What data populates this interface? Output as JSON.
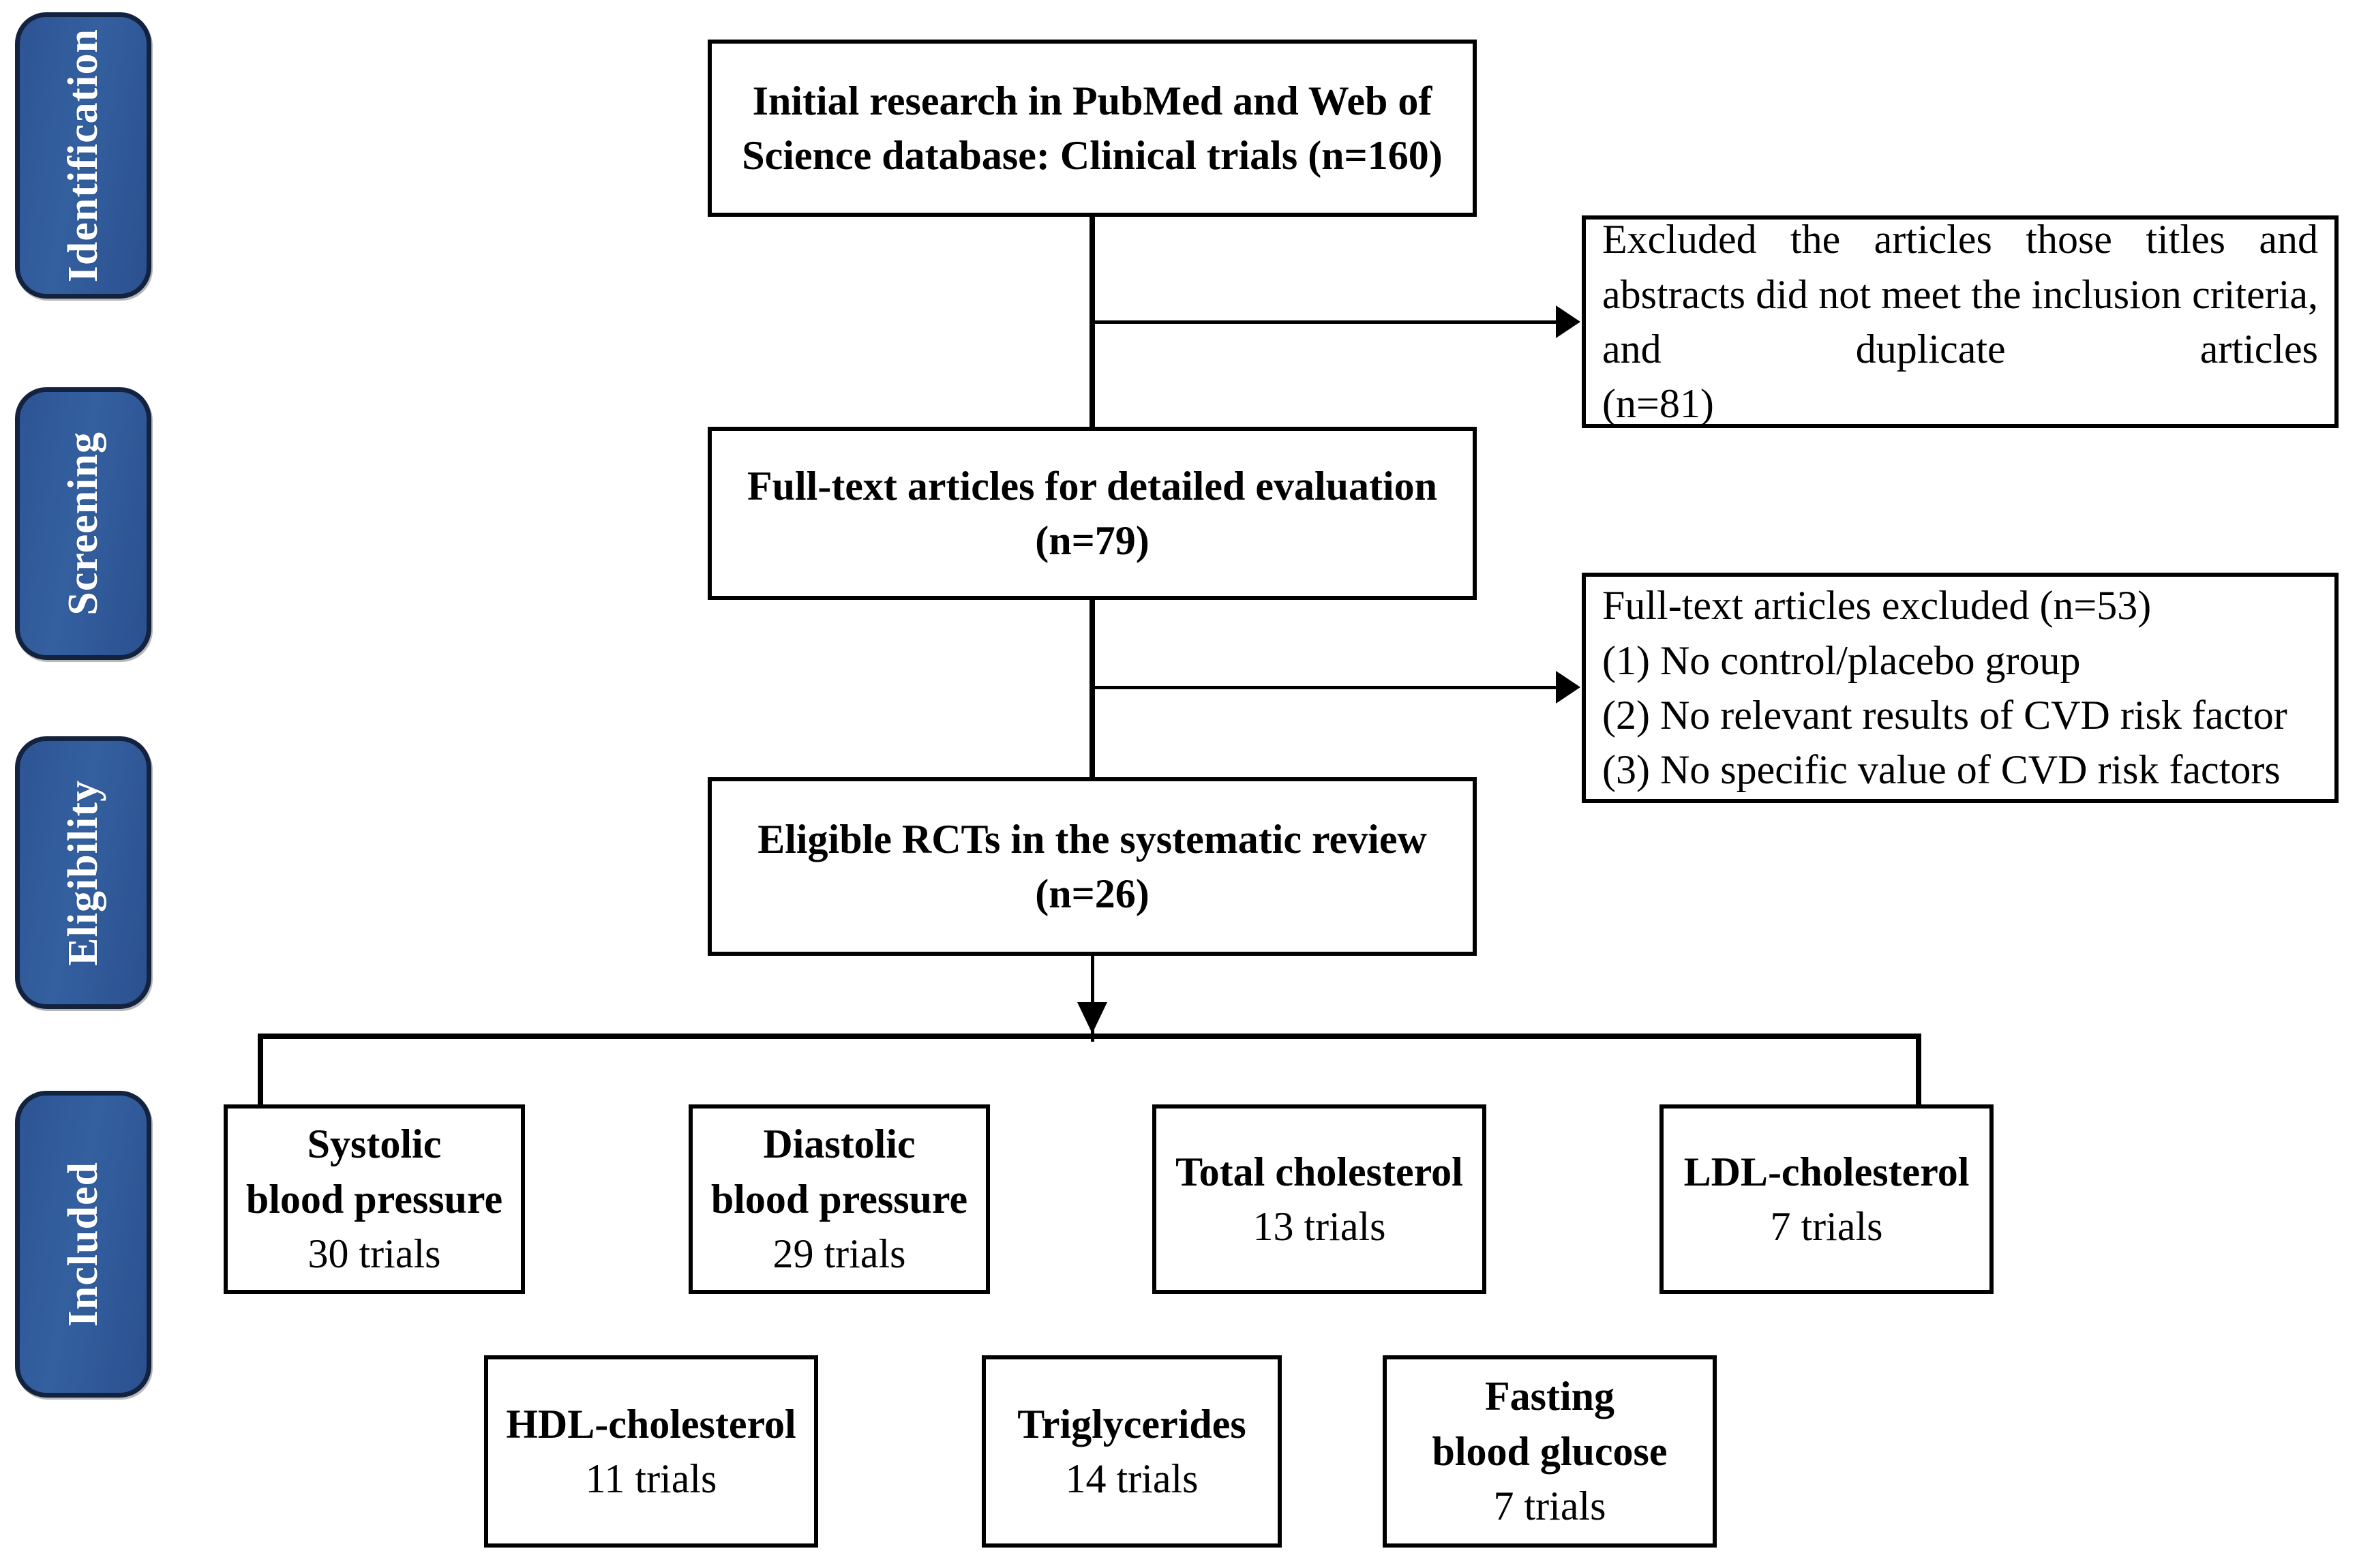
{
  "diagram": {
    "title": "PRISMA study selection flow diagram",
    "accent_color": "#2d5494",
    "accent_border_color": "#13233f",
    "line_color": "#000000",
    "background_color": "#ffffff"
  },
  "stages": [
    {
      "label": "Identification"
    },
    {
      "label": "Screening"
    },
    {
      "label": "Eligibility"
    },
    {
      "label": "Included"
    }
  ],
  "flow": {
    "identification_box": {
      "line1": "Initial research in PubMed and Web of",
      "line2": "Science database: Clinical trials  (n=160)",
      "count_label": "(n=160)",
      "count": 160
    },
    "screening_box": {
      "line1": "Full-text articles for detailed evaluation",
      "line2": "(n=79)",
      "count": 79
    },
    "eligibility_box": {
      "line1": "Eligible RCTs in the systematic review",
      "line2": "(n=26)",
      "count": 26
    },
    "exclusion_box_1": {
      "body": "Excluded   the articles those titles and abstracts did not meet the inclusion criteria, and duplicate articles",
      "count_label": "(n=81)",
      "count": 81
    },
    "exclusion_box_2": {
      "heading": "Full-text articles excluded (n=53)",
      "count": 53,
      "reasons": [
        "(1)  No control/placebo group",
        "(2)  No relevant results of CVD risk factor",
        "(3)  No specific value of CVD risk factors"
      ]
    }
  },
  "outcomes_row_1": [
    {
      "title_line1": "Systolic",
      "title_line2": "blood pressure",
      "trials_label": "30 trials",
      "trials": 30
    },
    {
      "title_line1": "Diastolic",
      "title_line2": "blood pressure",
      "trials_label": "29 trials",
      "trials": 29
    },
    {
      "title_line1": "Total cholesterol",
      "title_line2": "",
      "trials_label": "13 trials",
      "trials": 13
    },
    {
      "title_line1": "LDL-cholesterol",
      "title_line2": "",
      "trials_label": "7 trials",
      "trials": 7
    }
  ],
  "outcomes_row_2": [
    {
      "title_line1": "HDL-cholesterol",
      "title_line2": "",
      "trials_label": "11 trials",
      "trials": 11
    },
    {
      "title_line1": "Triglycerides",
      "title_line2": "",
      "trials_label": "14 trials",
      "trials": 14
    },
    {
      "title_line1": "Fasting",
      "title_line2": "blood glucose",
      "trials_label": "7 trials",
      "trials": 7
    }
  ]
}
